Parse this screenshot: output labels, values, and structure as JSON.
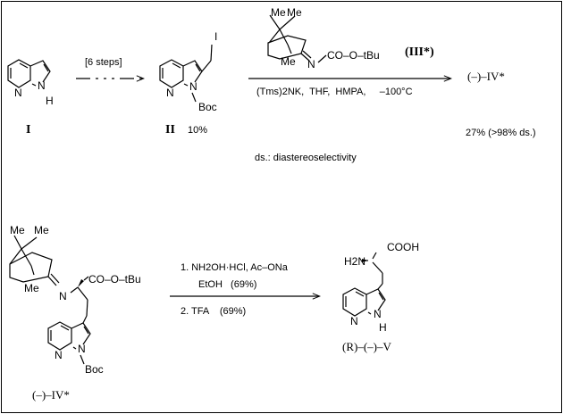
{
  "scheme": {
    "row1": {
      "start": {
        "label": "I",
        "atoms": {
          "n_ring": "N",
          "nh_n": "N",
          "nh_h": "H"
        }
      },
      "step1_arrow": {
        "text": "[6 steps]"
      },
      "intermediate": {
        "label": "II",
        "yield": "10%",
        "atoms": {
          "iodo": "I",
          "n_ring": "N",
          "n_boc": "N",
          "boc": "Boc"
        }
      },
      "reagent": {
        "label": "(III*)",
        "atoms": {
          "me_a": "Me",
          "me_b": "Me",
          "me_c": "Me",
          "n_imine": "N",
          "ester": "CO–O–tBu"
        }
      },
      "conditions": "(Tms)2NK,  THF,  HMPA,     –100°C",
      "product": {
        "label": "(–)–IV*",
        "yield": "27% (>98% ds.)"
      },
      "footnote": "ds.: diastereoselectivity"
    },
    "row2": {
      "start": {
        "label": "(–)–IV*",
        "atoms": {
          "me_a": "Me",
          "me_b": "Me",
          "me_c": "Me",
          "n_imine": "N",
          "ester": "CO–O–tBu",
          "n_ring": "N",
          "n_boc": "N",
          "boc": "Boc"
        }
      },
      "conditions": {
        "line1": "1. NH2OH·HCl, Ac–ONa",
        "line2": "EtOH   (69%)",
        "line3": "2. TFA    (69%)"
      },
      "product": {
        "label": "(R)–(–)–V",
        "atoms": {
          "cooh": "COOH",
          "h2n": "H2N",
          "n_ring": "N",
          "nh_n": "N",
          "nh_h": "H"
        }
      }
    }
  }
}
